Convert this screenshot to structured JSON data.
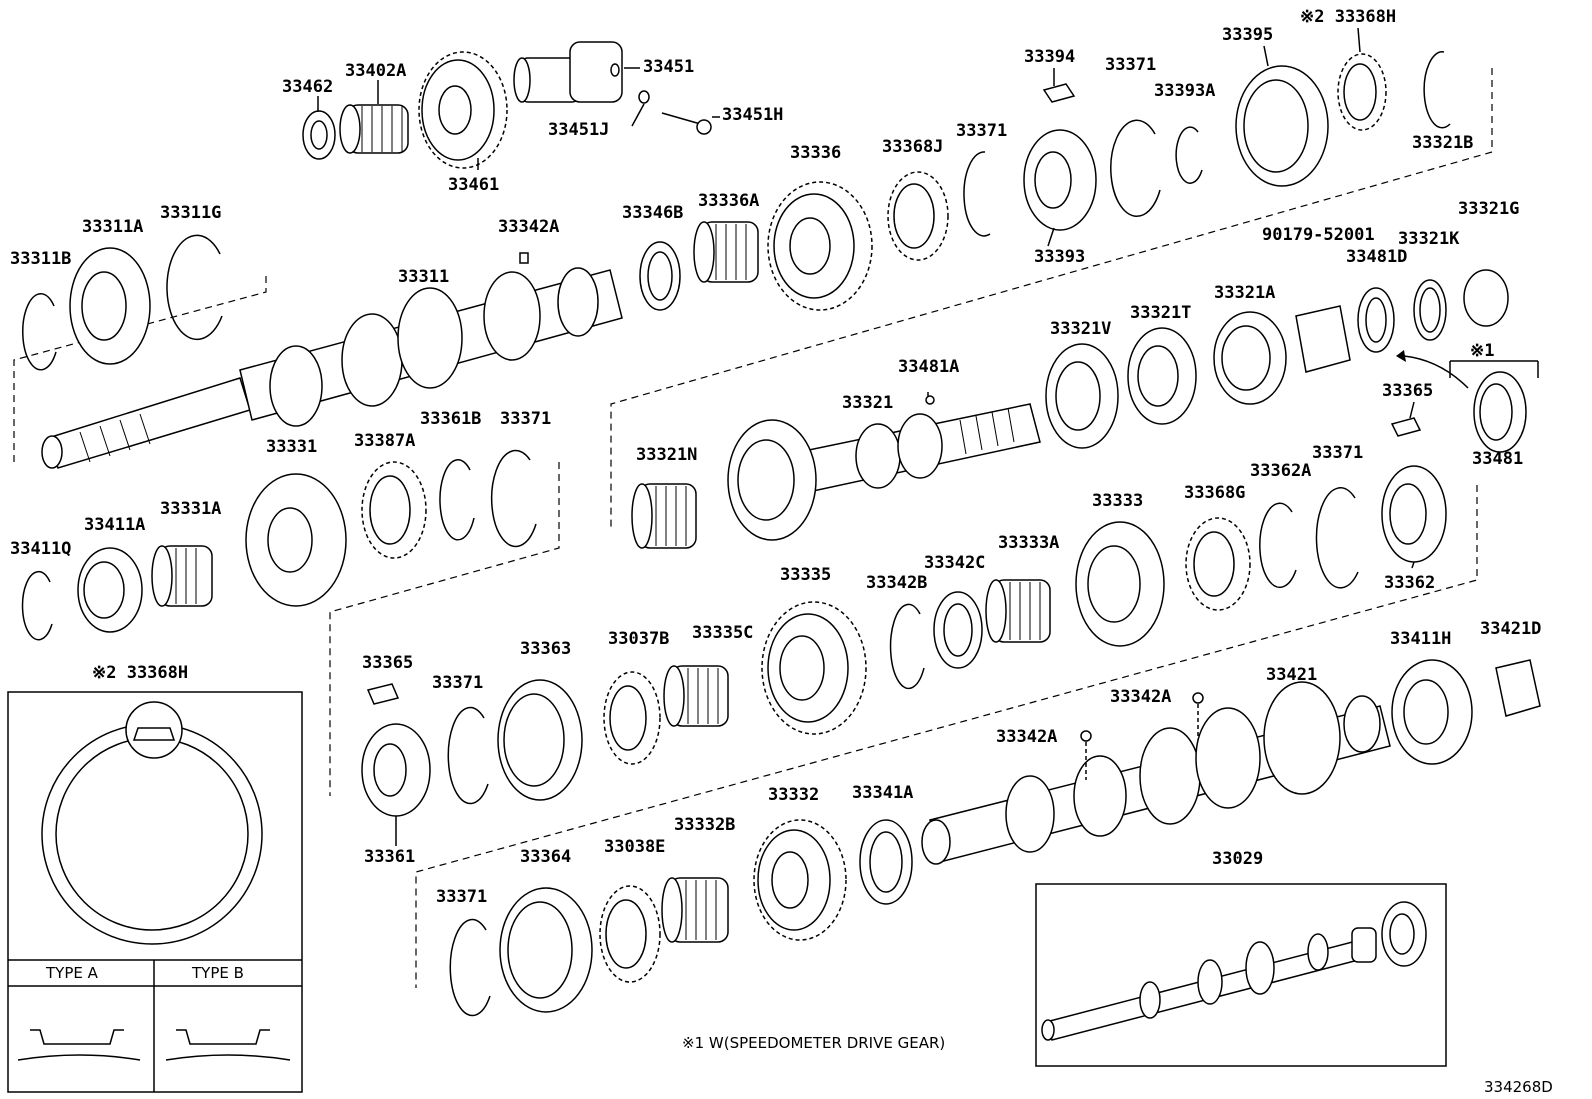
{
  "diagram_id": "334268D",
  "footnote": "※1 W(SPEEDOMETER DRIVE GEAR)",
  "inset": {
    "title": "※2 33368H",
    "type_a": "TYPE A",
    "type_b": "TYPE B"
  },
  "assembly_box_label": "33029",
  "part_labels": [
    "33462",
    "33402A",
    "33461",
    "33451",
    "33451J",
    "33451H",
    "33394",
    "33371",
    "33395",
    "※2 33368H",
    "33393A",
    "33321B",
    "33336",
    "33368J",
    "33371",
    "33393",
    "33311B",
    "33311A",
    "33311G",
    "33342A",
    "33346B",
    "33336A",
    "33311",
    "90179-52001",
    "33321G",
    "33321K",
    "33481D",
    "33321A",
    "33321T",
    "33321V",
    "※1",
    "33481A",
    "33321",
    "33481",
    "33365",
    "33321N",
    "33371",
    "33331",
    "33387A",
    "33361B",
    "33371",
    "33331A",
    "33411A",
    "33411Q",
    "33333",
    "33368G",
    "33362A",
    "33362",
    "33335",
    "33342C",
    "33333A",
    "33342B",
    "33363",
    "33037B",
    "33335C",
    "33365",
    "33371",
    "33361",
    "33411H",
    "33421D",
    "33421",
    "33342A",
    "33342A",
    "33332",
    "33341A",
    "33332B",
    "33364",
    "33038E",
    "33371"
  ]
}
